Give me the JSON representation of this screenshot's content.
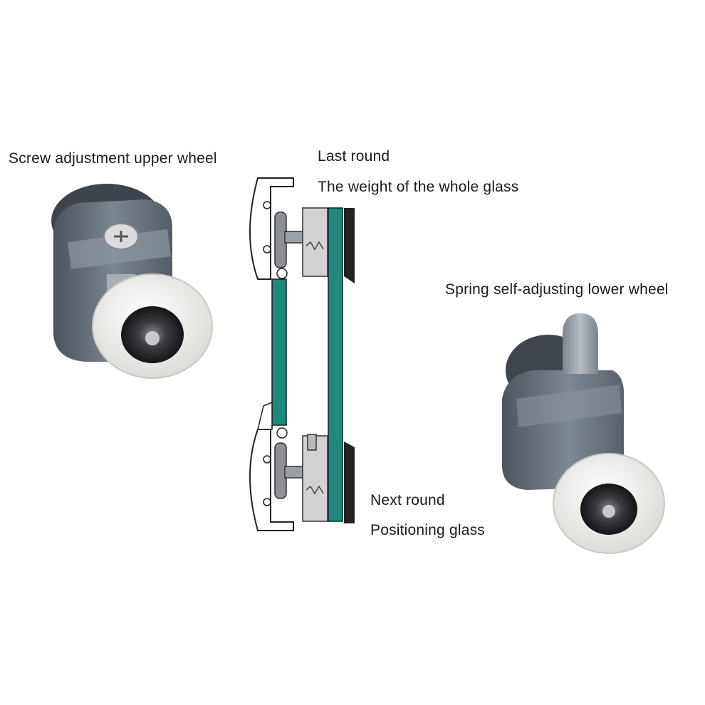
{
  "labels": {
    "upper_wheel": "Screw adjustment upper wheel",
    "last_round": "Last round",
    "weight": "The weight of the whole glass",
    "lower_wheel": "Spring self-adjusting lower wheel",
    "next_round": "Next round",
    "positioning": "Positioning glass"
  },
  "colors": {
    "housing_gray": "#6b7580",
    "housing_dark": "#4e5660",
    "wheel_white": "#f3f3f1",
    "bearing_dark": "#2a2c2e",
    "glass_teal": "#1f8a7a",
    "seal_black": "#222222",
    "metal": "#b9bcbf"
  },
  "icons": [
    "upper-wheel-photo",
    "lower-wheel-photo",
    "cross-section-diagram"
  ]
}
